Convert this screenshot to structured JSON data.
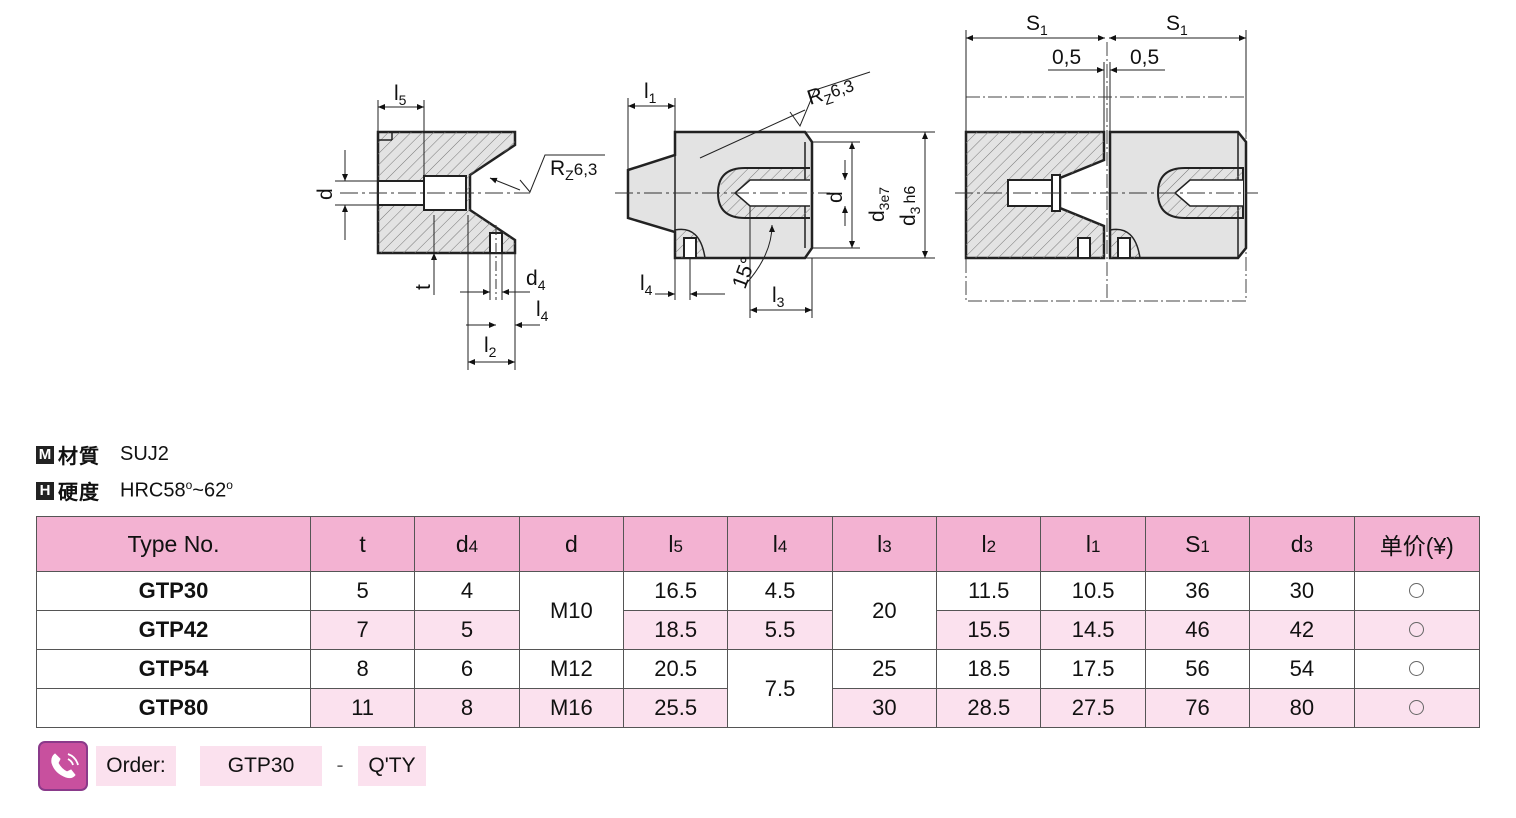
{
  "drawing": {
    "left_view": {
      "l5": "l",
      "l5_sub": "5",
      "d": "d",
      "t": "t",
      "d4": "d",
      "d4_sub": "4",
      "l4": "l",
      "l4_sub": "4",
      "l2": "l",
      "l2_sub": "2",
      "rz": "R",
      "rz_sub": "Z",
      "rz_val": "6,3"
    },
    "middle_view": {
      "l1": "l",
      "l1_sub": "1",
      "rz": "R",
      "rz_sub": "Z",
      "rz_val": "6,3",
      "d": "d",
      "d3e7": "d",
      "d3e7_sub": "3e7",
      "d3h6": "d",
      "d3h6_sub": "3",
      "d3h6_tol": "h6",
      "l4": "l",
      "l4_sub": "4",
      "angle": "15°",
      "l3": "l",
      "l3_sub": "3"
    },
    "right_view": {
      "s1_left": "S",
      "s1_left_sub": "1",
      "s1_right": "S",
      "s1_right_sub": "1",
      "gap_left": "0,5",
      "gap_right": "0,5"
    }
  },
  "specs": {
    "material": {
      "badge": "M",
      "label": "材質",
      "value": "SUJ2"
    },
    "hardness": {
      "badge": "H",
      "label": "硬度",
      "value_prefix": "HRC58",
      "sup1": "o",
      "mid": "~62",
      "sup2": "o"
    }
  },
  "table": {
    "headers": [
      {
        "main": "Type No.",
        "sub": ""
      },
      {
        "main": "t",
        "sub": ""
      },
      {
        "main": "d",
        "sub": "4"
      },
      {
        "main": "d",
        "sub": ""
      },
      {
        "main": "l",
        "sub": "5"
      },
      {
        "main": "l",
        "sub": "4"
      },
      {
        "main": "l",
        "sub": "3"
      },
      {
        "main": "l",
        "sub": "2"
      },
      {
        "main": "l",
        "sub": "1"
      },
      {
        "main": "S",
        "sub": "1"
      },
      {
        "main": "d",
        "sub": "3"
      },
      {
        "main": "单价(¥)",
        "sub": ""
      }
    ],
    "rows": [
      {
        "type": "GTP30",
        "t": "5",
        "d4": "4",
        "d": "M10",
        "l5": "16.5",
        "l4": "4.5",
        "l3": "20",
        "l2": "11.5",
        "l1": "10.5",
        "s1": "36",
        "d3": "30"
      },
      {
        "type": "GTP42",
        "t": "7",
        "d4": "5",
        "d": "",
        "l5": "18.5",
        "l4": "5.5",
        "l3": "",
        "l2": "15.5",
        "l1": "14.5",
        "s1": "46",
        "d3": "42"
      },
      {
        "type": "GTP54",
        "t": "8",
        "d4": "6",
        "d": "M12",
        "l5": "20.5",
        "l4": "7.5",
        "l3": "25",
        "l2": "18.5",
        "l1": "17.5",
        "s1": "56",
        "d3": "54"
      },
      {
        "type": "GTP80",
        "t": "11",
        "d4": "8",
        "d": "M16",
        "l5": "25.5",
        "l4": "",
        "l3": "30",
        "l2": "28.5",
        "l1": "27.5",
        "s1": "76",
        "d3": "80"
      }
    ]
  },
  "order": {
    "label": "Order:",
    "example": "GTP30",
    "sep": "-",
    "qty": "Q'TY",
    "icon": "phone-icon",
    "icon_color": "#c8509e"
  },
  "colors": {
    "header_pink": "#f3b2d2",
    "row_pink": "#fbe1ee",
    "part_gray": "#e3e3e3"
  }
}
